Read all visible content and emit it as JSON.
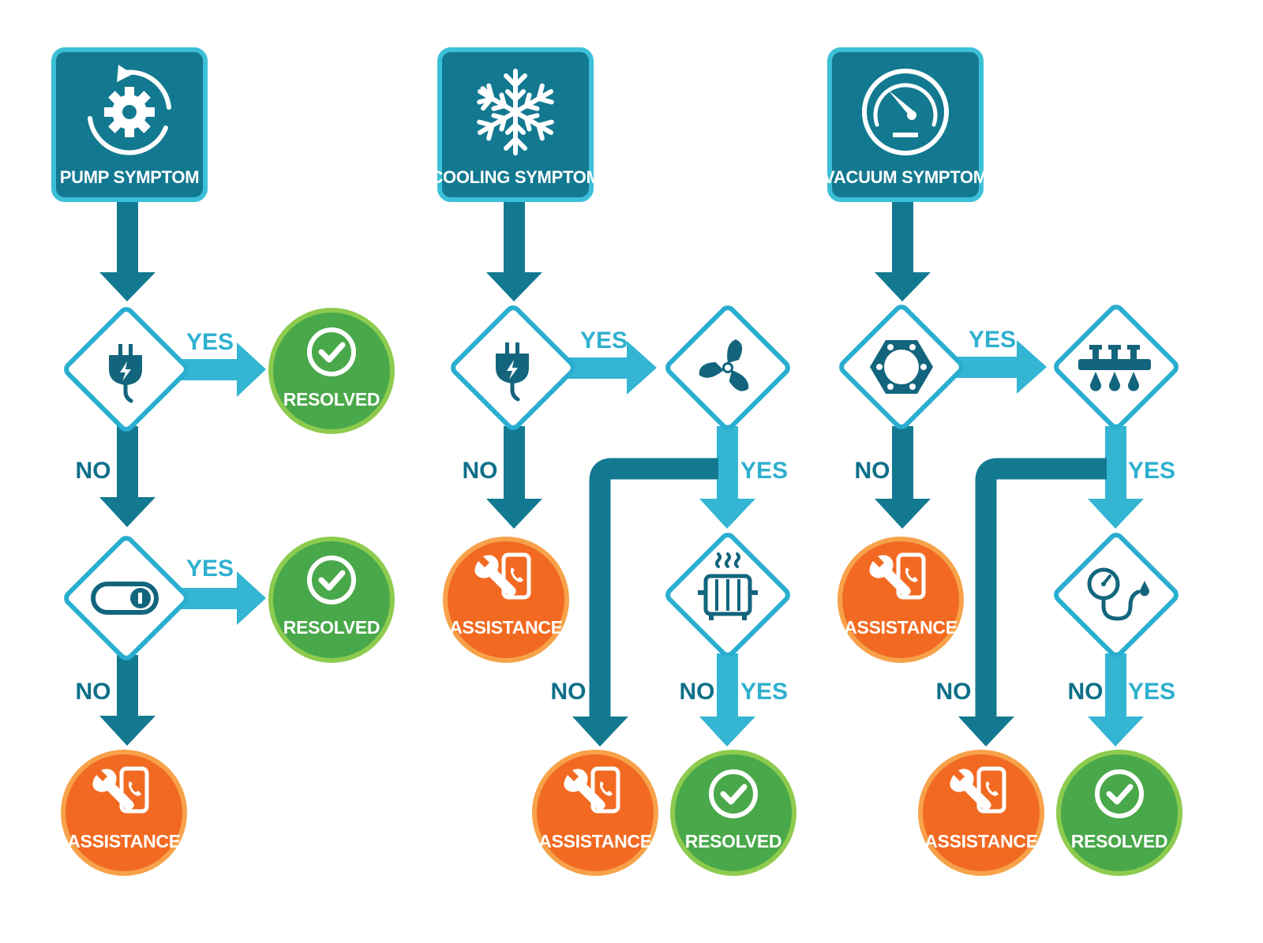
{
  "colors": {
    "dark_teal": "#137991",
    "light_teal": "#2fb0cf",
    "arrow_dark": "#137991",
    "arrow_light": "#33b5d3",
    "resolved_green": "#49a84a",
    "assistance_orange": "#f26a22"
  },
  "columns": [
    {
      "header": {
        "label": "PUMP SYMPTOM",
        "icon": "gear-cycle-icon"
      },
      "decision_1": {
        "icon": "plug-icon",
        "yes_label": "YES",
        "no_label": "NO"
      },
      "decision_1_yes_outcome": {
        "label": "RESOLVED",
        "icon": "check-circle-icon"
      },
      "decision_2": {
        "icon": "toggle-switch-icon",
        "yes_label": "YES",
        "no_label": "NO"
      },
      "decision_2_yes_outcome": {
        "label": "RESOLVED",
        "icon": "check-circle-icon"
      },
      "decision_2_no_outcome": {
        "label": "ASSISTANCE",
        "icon": "wrench-phone-icon"
      }
    },
    {
      "header": {
        "label": "COOLING SYMPTOM",
        "icon": "snowflake-icon"
      },
      "decision_1": {
        "icon": "plug-icon",
        "yes_label": "YES",
        "no_label": "NO"
      },
      "decision_1_no_outcome": {
        "label": "ASSISTANCE",
        "icon": "wrench-phone-icon"
      },
      "decision_2": {
        "icon": "fan-icon",
        "yes_label": "YES",
        "no_label": "NO"
      },
      "decision_2_no_outcome": {
        "label": "ASSISTANCE",
        "icon": "wrench-phone-icon"
      },
      "decision_3": {
        "icon": "radiator-icon",
        "yes_label": "YES",
        "no_label": "NO"
      },
      "decision_3_yes_outcome": {
        "label": "RESOLVED",
        "icon": "check-circle-icon"
      }
    },
    {
      "header": {
        "label": "VACUUM SYMPTOM",
        "icon": "gauge-icon"
      },
      "decision_1": {
        "icon": "gasket-icon",
        "yes_label": "YES",
        "no_label": "NO"
      },
      "decision_1_no_outcome": {
        "label": "ASSISTANCE",
        "icon": "wrench-phone-icon"
      },
      "decision_2": {
        "icon": "manifold-icon",
        "yes_label": "YES",
        "no_label": "NO"
      },
      "decision_2_no_outcome": {
        "label": "ASSISTANCE",
        "icon": "wrench-phone-icon"
      },
      "decision_3": {
        "icon": "pressure-gauge-oil-icon",
        "yes_label": "YES",
        "no_label": "NO"
      },
      "decision_3_yes_outcome": {
        "label": "RESOLVED",
        "icon": "check-circle-icon"
      }
    }
  ]
}
